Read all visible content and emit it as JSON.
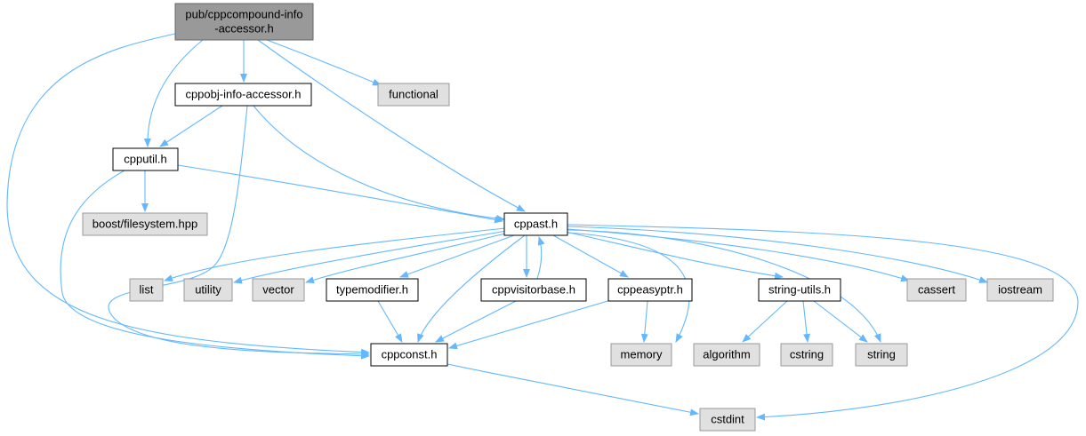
{
  "graph": {
    "edge_color": "#63b8ff",
    "nodes": [
      {
        "id": "root",
        "kind": "root",
        "lines": [
          "pub/cppcompound-info",
          "-accessor.h"
        ]
      },
      {
        "id": "cppobj",
        "kind": "header",
        "lines": [
          "cppobj-info-accessor.h"
        ]
      },
      {
        "id": "functional",
        "kind": "system",
        "lines": [
          "functional"
        ]
      },
      {
        "id": "cpputil",
        "kind": "header",
        "lines": [
          "cpputil.h"
        ]
      },
      {
        "id": "boostfs",
        "kind": "system",
        "lines": [
          "boost/filesystem.hpp"
        ]
      },
      {
        "id": "cppast",
        "kind": "header",
        "lines": [
          "cppast.h"
        ]
      },
      {
        "id": "list",
        "kind": "system",
        "lines": [
          "list"
        ]
      },
      {
        "id": "utility",
        "kind": "system",
        "lines": [
          "utility"
        ]
      },
      {
        "id": "vector",
        "kind": "system",
        "lines": [
          "vector"
        ]
      },
      {
        "id": "typemodifier",
        "kind": "header",
        "lines": [
          "typemodifier.h"
        ]
      },
      {
        "id": "cppvisitorbase",
        "kind": "header",
        "lines": [
          "cppvisitorbase.h"
        ]
      },
      {
        "id": "cppeasyptr",
        "kind": "header",
        "lines": [
          "cppeasyptr.h"
        ]
      },
      {
        "id": "stringutils",
        "kind": "header",
        "lines": [
          "string-utils.h"
        ]
      },
      {
        "id": "cassert",
        "kind": "system",
        "lines": [
          "cassert"
        ]
      },
      {
        "id": "iostream",
        "kind": "system",
        "lines": [
          "iostream"
        ]
      },
      {
        "id": "cppconst",
        "kind": "header",
        "lines": [
          "cppconst.h"
        ]
      },
      {
        "id": "memory",
        "kind": "system",
        "lines": [
          "memory"
        ]
      },
      {
        "id": "algorithm",
        "kind": "system",
        "lines": [
          "algorithm"
        ]
      },
      {
        "id": "cstring",
        "kind": "system",
        "lines": [
          "cstring"
        ]
      },
      {
        "id": "string",
        "kind": "system",
        "lines": [
          "string"
        ]
      },
      {
        "id": "cstdint",
        "kind": "system",
        "lines": [
          "cstdint"
        ]
      }
    ],
    "edges": [
      {
        "from": "root",
        "to": "cppobj"
      },
      {
        "from": "root",
        "to": "functional"
      },
      {
        "from": "root",
        "to": "cpputil"
      },
      {
        "from": "root",
        "to": "cppast"
      },
      {
        "from": "root",
        "to": "cppconst"
      },
      {
        "from": "cppobj",
        "to": "cpputil"
      },
      {
        "from": "cppobj",
        "to": "cppast"
      },
      {
        "from": "cppobj",
        "to": "cppconst"
      },
      {
        "from": "cpputil",
        "to": "boostfs"
      },
      {
        "from": "cpputil",
        "to": "cppast"
      },
      {
        "from": "cpputil",
        "to": "cppconst"
      },
      {
        "from": "cppast",
        "to": "list"
      },
      {
        "from": "cppast",
        "to": "utility"
      },
      {
        "from": "cppast",
        "to": "vector"
      },
      {
        "from": "cppast",
        "to": "typemodifier"
      },
      {
        "from": "cppast",
        "to": "cppvisitorbase"
      },
      {
        "from": "cppast",
        "to": "cppeasyptr"
      },
      {
        "from": "cppast",
        "to": "stringutils"
      },
      {
        "from": "cppast",
        "to": "cassert"
      },
      {
        "from": "cppast",
        "to": "iostream"
      },
      {
        "from": "cppast",
        "to": "cppconst"
      },
      {
        "from": "cppast",
        "to": "memory"
      },
      {
        "from": "cppast",
        "to": "string"
      },
      {
        "from": "cppast",
        "to": "cstdint"
      },
      {
        "from": "cppvisitorbase",
        "to": "cppast"
      },
      {
        "from": "cppvisitorbase",
        "to": "cppconst"
      },
      {
        "from": "typemodifier",
        "to": "cppconst"
      },
      {
        "from": "cppeasyptr",
        "to": "cppconst"
      },
      {
        "from": "cppeasyptr",
        "to": "memory"
      },
      {
        "from": "stringutils",
        "to": "algorithm"
      },
      {
        "from": "stringutils",
        "to": "cstring"
      },
      {
        "from": "stringutils",
        "to": "string"
      },
      {
        "from": "cppconst",
        "to": "cstdint"
      }
    ],
    "styles": {
      "root": {
        "fill": "#999999",
        "stroke": "#666666"
      },
      "header": {
        "fill": "#ffffff",
        "stroke": "#000000"
      },
      "system": {
        "fill": "#e0e0e0",
        "stroke": "#999999"
      }
    }
  }
}
